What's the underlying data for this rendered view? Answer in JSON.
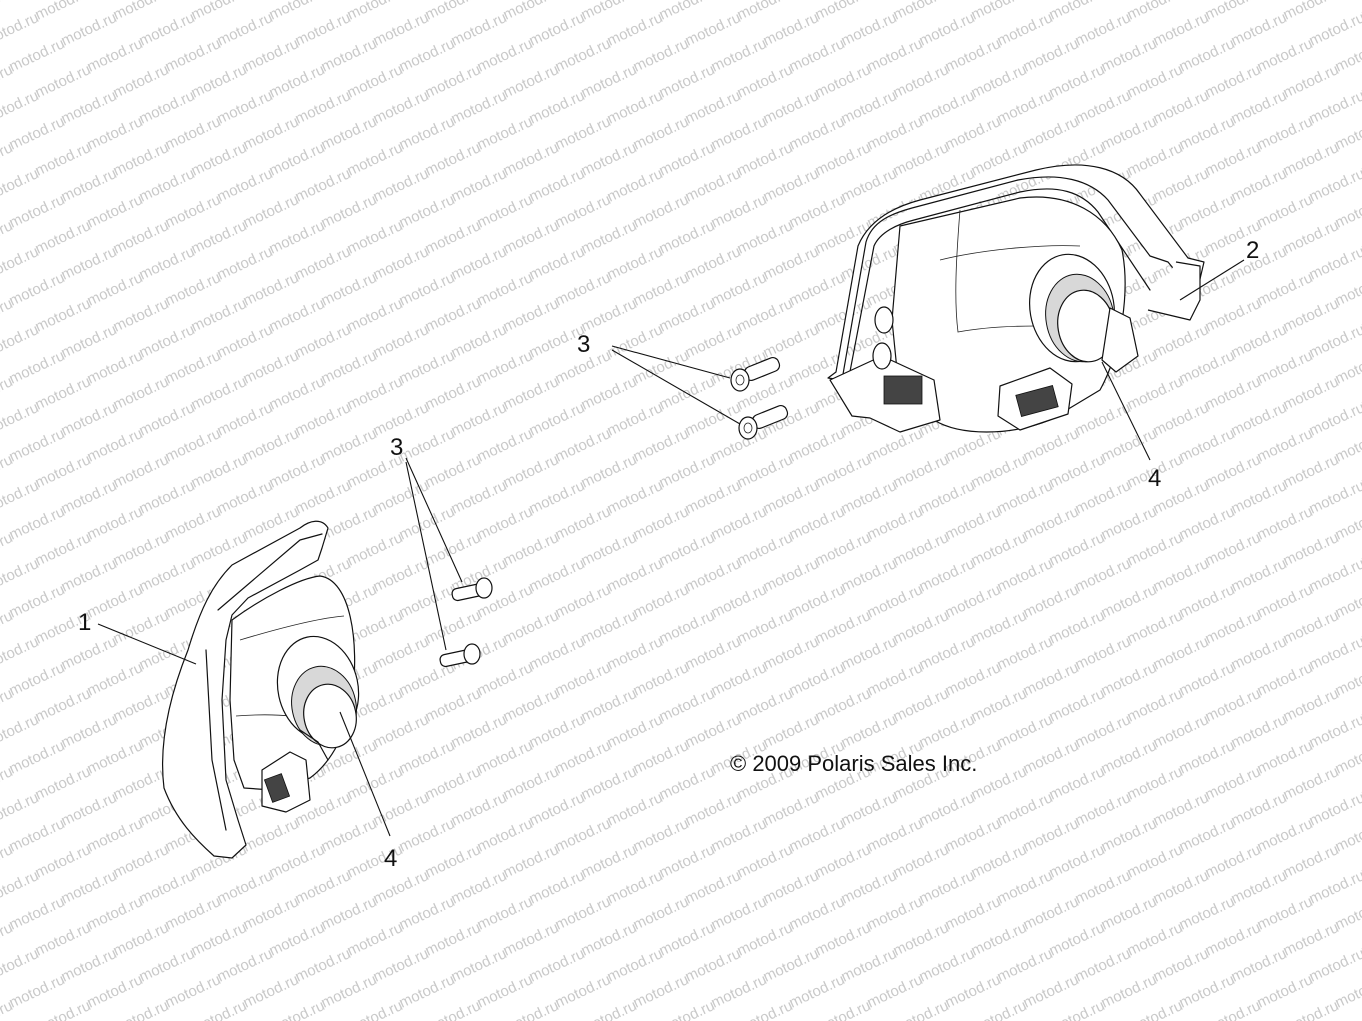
{
  "watermark": "motod.ru",
  "callouts": {
    "c1": "1",
    "c2": "2",
    "c3a": "3",
    "c3b": "3",
    "c4a": "4",
    "c4b": "4"
  },
  "copyright": "© 2009 Polaris Sales Inc."
}
